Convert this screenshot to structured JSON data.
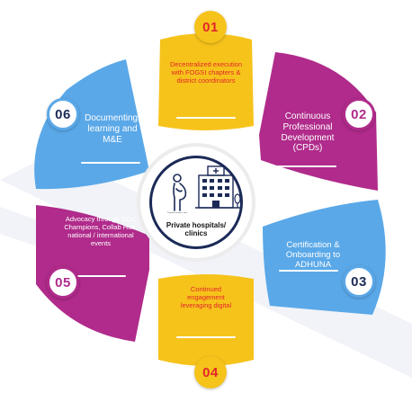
{
  "center": {
    "label": "Private hospitals/ clinics",
    "tiny_caption": "Pregnant woman at clinic"
  },
  "colors": {
    "yellow": "#f6c31b",
    "magenta": "#b02b8b",
    "blue": "#5aa8e8",
    "navy": "#1b2a57",
    "number_red": "#e2262a"
  },
  "petals": [
    {
      "number": "01",
      "text": "Decentralized execution with FOGSI chapters & district coordinators",
      "color": "yellow"
    },
    {
      "number": "02",
      "text": "Continuous Professional Development (CPDs)",
      "color": "magenta"
    },
    {
      "number": "03",
      "text": "Certification & Onboarding to ADHUNA",
      "color": "blue"
    },
    {
      "number": "04",
      "text": "Continued engagement leveraging digital",
      "color": "yellow"
    },
    {
      "number": "05",
      "text": "Advocacy through SCs, Champions, Collab Hub, national / international events",
      "color": "magenta"
    },
    {
      "number": "06",
      "text": "Documenting, learning and M&E",
      "color": "blue"
    }
  ]
}
